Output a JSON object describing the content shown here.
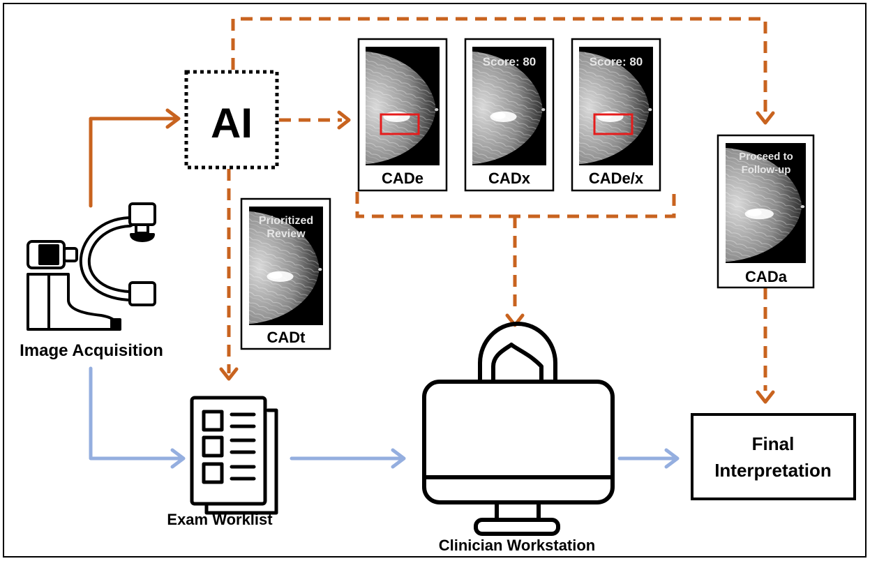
{
  "colors": {
    "ai_path": "#c8631f",
    "standard_path": "#94aedf",
    "outline": "#000000",
    "bbox": "#e51c1c"
  },
  "nodes": {
    "image_acquisition": "Image Acquisition",
    "ai": "AI",
    "exam_worklist": "Exam Worklist",
    "clinician_workstation": "Clinician Workstation",
    "final_interpretation_line1": "Final",
    "final_interpretation_line2": "Interpretation"
  },
  "cards": {
    "cade": {
      "label": "CADe"
    },
    "cadx": {
      "label": "CADx",
      "overlay": "Score: 80"
    },
    "cadex": {
      "label": "CADe/x",
      "overlay": "Score: 80"
    },
    "cadt": {
      "label": "CADt",
      "overlay_line1": "Prioritized",
      "overlay_line2": "Review"
    },
    "cada": {
      "label": "CADa",
      "overlay_line1": "Proceed to",
      "overlay_line2": "Follow-up"
    }
  },
  "icons": {
    "modality": "mammography-machine-icon",
    "worklist": "document-list-icon",
    "clinician": "clinician-at-monitor-icon"
  }
}
